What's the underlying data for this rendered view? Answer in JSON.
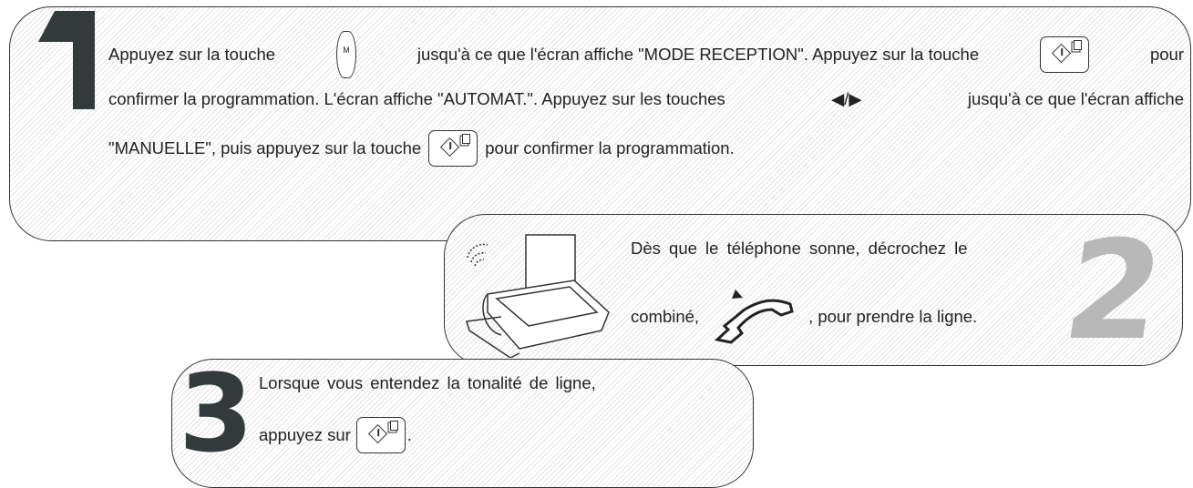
{
  "step1": {
    "number": "1",
    "line1": [
      "Appuyez sur la touche",
      "jusqu'à ce que l'écran affiche \"MODE RECEPTION\". Appuyez sur la touche",
      "pour"
    ],
    "m_key_label": "M",
    "line2a": "confirmer la programmation. L'écran affiche \"AUTOMAT.\". Appuyez sur les touches",
    "arrows": "◀/▶",
    "line2b": "jusqu'à ce que l'écran affiche",
    "line3a": "\"MANUELLE\", puis appuyez sur la touche",
    "line3b": "pour confirmer la programmation."
  },
  "step2": {
    "number": "2",
    "line1": "Dès que le téléphone sonne, décrochez le",
    "line2a": "combiné,",
    "line2b": ", pour prendre la ligne."
  },
  "step3": {
    "number": "3",
    "line1": "Lorsque vous entendez la tonalité de ligne,",
    "line2a": "appuyez sur",
    "line2b": "."
  },
  "colors": {
    "step_number_dark": "#333a3c",
    "step_number_light": "#b8b8b8"
  },
  "icons": [
    "m-key-icon",
    "start-copy-key-icon",
    "fax-machine-icon",
    "handset-icon"
  ]
}
